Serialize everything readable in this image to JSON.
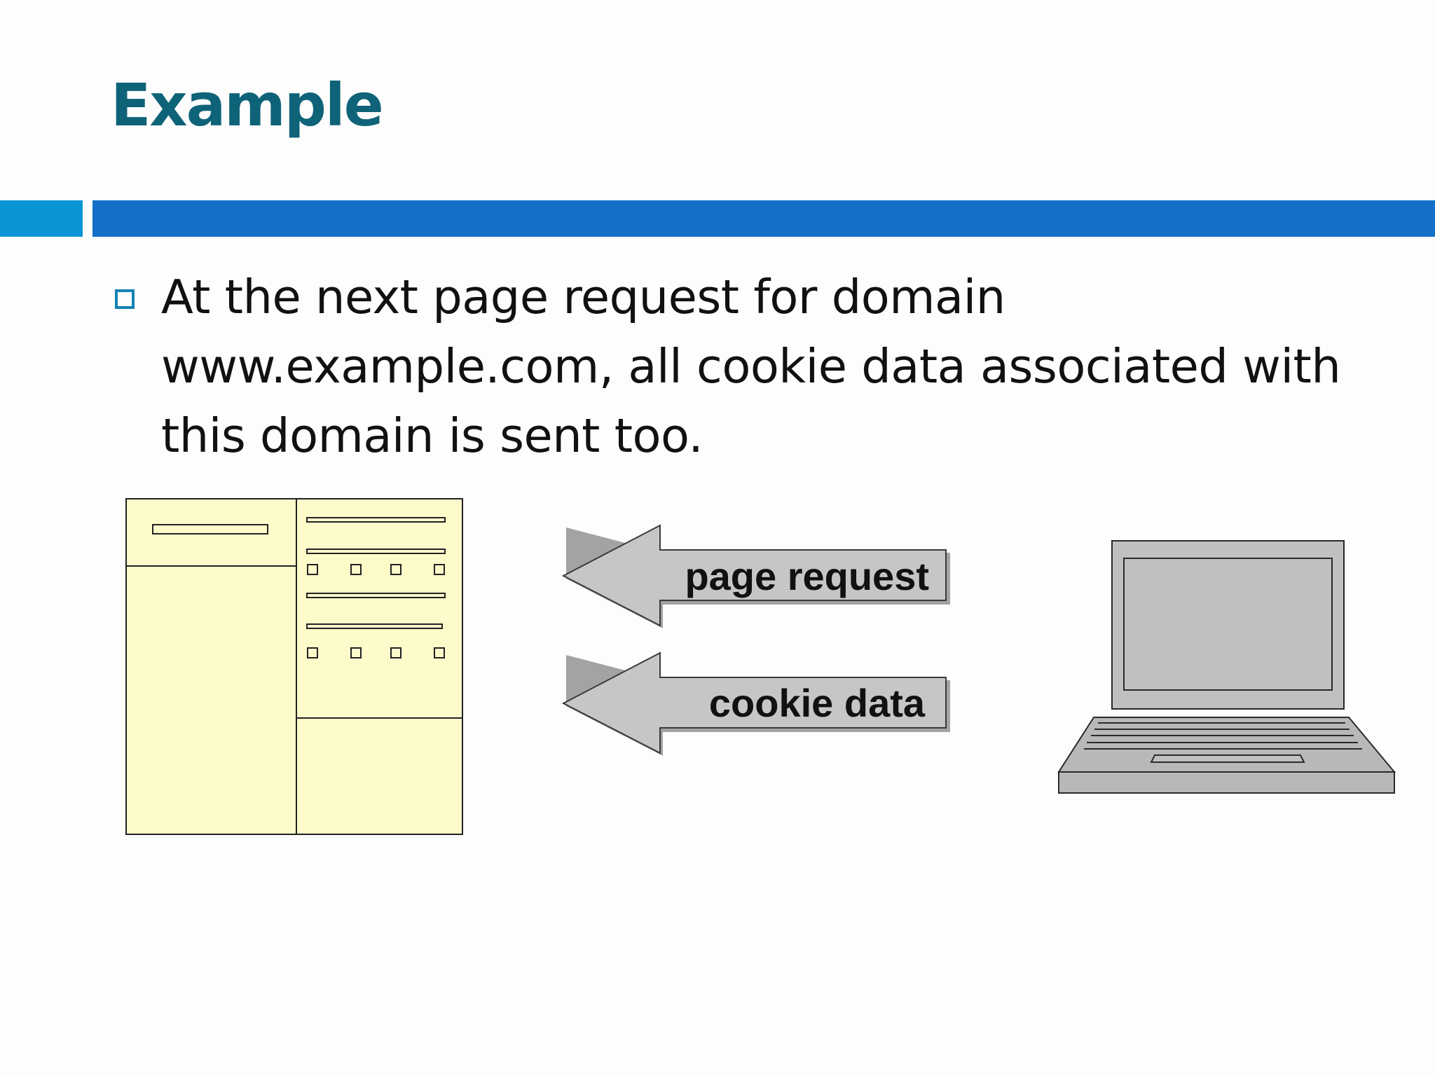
{
  "slide": {
    "title": "Example",
    "bullets": [
      "At the next page request for domain www.example.com, all cookie data associated with this domain is sent too."
    ]
  },
  "diagram": {
    "arrows": [
      {
        "label": "page request"
      },
      {
        "label": "cookie data"
      }
    ],
    "colors": {
      "webpage_fill": "#fefbcb",
      "arrow_fill": "#c6c6c8",
      "laptop_fill": "#c0bfc2",
      "title": "#0f6378",
      "accent_bar": "#1470c8",
      "accent_bar_left": "#0a95d6"
    }
  }
}
